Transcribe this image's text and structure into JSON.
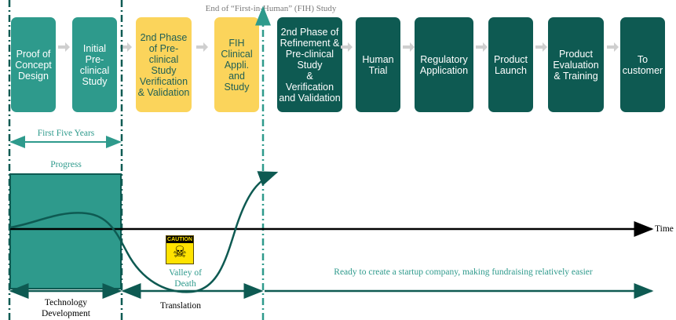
{
  "header": {
    "fih_end_label": "End of “First-in-Human” (FIH) Study"
  },
  "stages": [
    {
      "label": "Proof of\nConcept\nDesign",
      "color": "teal"
    },
    {
      "label": "Initial\nPre-\nclinical\nStudy",
      "color": "teal"
    },
    {
      "label": "2nd Phase\nof Pre-\nclinical\nStudy\nVerification\n& Validation",
      "color": "yellow"
    },
    {
      "label": "FIH\nClinical\nAppli.\nand\nStudy",
      "color": "yellow"
    },
    {
      "label": "2nd Phase of\nRefinement &\nPre-clinical\nStudy\n&\nVerification\nand Validation",
      "color": "dark"
    },
    {
      "label": "Human\nTrial",
      "color": "dark"
    },
    {
      "label": "Regulatory\nApplication",
      "color": "dark"
    },
    {
      "label": "Product\nLaunch",
      "color": "dark"
    },
    {
      "label": "Product\nEvaluation\n& Training",
      "color": "dark"
    },
    {
      "label": "To\ncustomer",
      "color": "dark"
    }
  ],
  "timeline": {
    "first_five_years": "First Five Years",
    "progress": "Progress",
    "time_axis": "Time",
    "caution_word": "CAUTION",
    "valley_of_death": "Valley of\nDeath",
    "startup_note": "Ready to create a startup company, making fundraising relatively easier",
    "technology_development": "Technology\nDevelopment",
    "translation": "Translation"
  },
  "colors": {
    "teal": "#2e9a8c",
    "dark_teal": "#0e5a52",
    "yellow": "#fbd45b",
    "arrow_gray": "#cfcfcf",
    "text_teal": "#2e9a8c"
  }
}
